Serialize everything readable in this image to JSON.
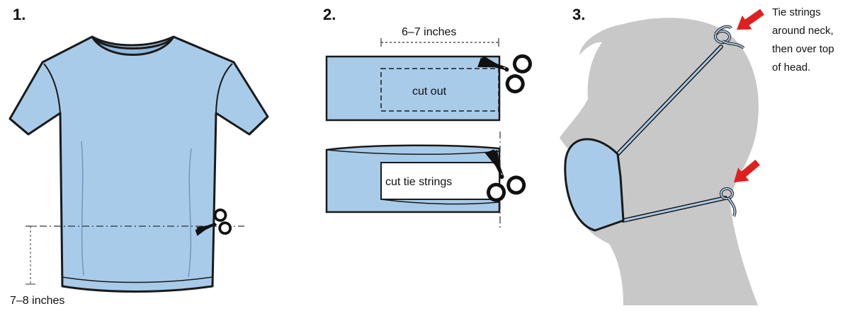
{
  "steps": [
    {
      "number": "1.",
      "measurement_label": "7–8 inches"
    },
    {
      "number": "2.",
      "measurement_label": "6–7 inches",
      "cut_out_label": "cut out",
      "cut_tie_label": "cut tie strings"
    },
    {
      "number": "3.",
      "instruction_lines": [
        "Tie strings",
        "around neck,",
        "then over top",
        "of head."
      ]
    }
  ],
  "colors": {
    "fabric": "#a8cbe9",
    "outline": "#1a1a1a",
    "head": "#c8c8c8",
    "arrow": "#e02020"
  },
  "icons": [
    "scissors-icon",
    "red-arrow-icon"
  ]
}
